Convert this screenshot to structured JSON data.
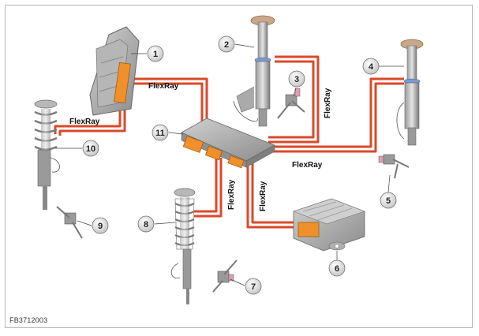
{
  "figure_id": "FB3712003",
  "bus_label": "FlexRay",
  "callouts": [
    "1",
    "2",
    "3",
    "4",
    "5",
    "6",
    "7",
    "8",
    "9",
    "10",
    "11"
  ],
  "colors": {
    "wire_outer": "#d94a2a",
    "wire_inner": "#ffffff",
    "connector": "#f0902a",
    "housing": "#a9a9a9",
    "spring": "#8a8a8a",
    "top_mount": "#c8a888",
    "callout_fill": "#e8e8e8",
    "frame": "#b8b8b8"
  }
}
